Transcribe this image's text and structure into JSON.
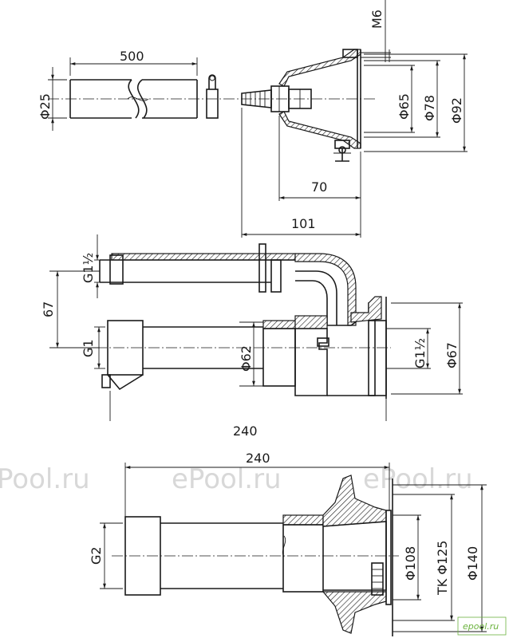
{
  "watermark": {
    "text": "ePool.ru",
    "clipped_left": "Pool.ru",
    "clipped_right": "ePool.ru"
  },
  "corner_logo": "epool.ru",
  "view_top": {
    "dim_length": "500",
    "dim_pipe_dia": "Φ25",
    "dim_thread": "M6",
    "dim_d65": "Φ65",
    "dim_d78": "Φ78",
    "dim_d92": "Φ92",
    "dim_70": "70",
    "dim_101": "101"
  },
  "view_middle": {
    "dim_g_half": "G1½",
    "dim_67_left": "67",
    "dim_g1": "G1",
    "dim_d62": "Φ62",
    "dim_g1_half": "G1½",
    "dim_d67": "Φ67",
    "dim_240": "240"
  },
  "view_bottom": {
    "dim_240": "240",
    "dim_g2": "G2",
    "dim_d108": "Φ108",
    "dim_tk125": "TK Φ125",
    "dim_d140": "Φ140"
  }
}
